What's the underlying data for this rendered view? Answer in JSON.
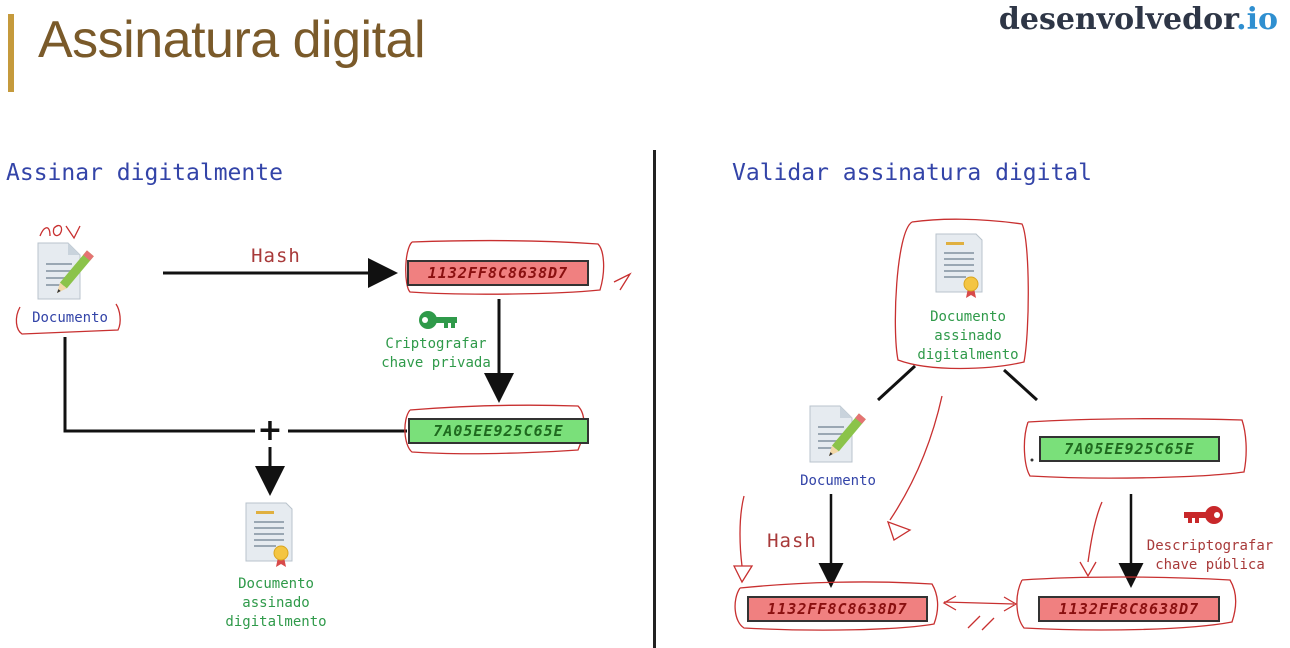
{
  "header": {
    "title": "Assinatura digital",
    "brand_name": "desenvolvedor",
    "brand_tld": ".io"
  },
  "left": {
    "section_title": "Assinar digitalmente",
    "document_label": "Documento",
    "hash_label": "Hash",
    "hash_value": "1132FF8C8638D7",
    "encrypt_label_line1": "Criptografar",
    "encrypt_label_line2": "chave privada",
    "signature_value": "7A05EE925C65E",
    "signed_doc_line1": "Documento",
    "signed_doc_line2": "assinado",
    "signed_doc_line3": "digitalmento"
  },
  "right": {
    "section_title": "Validar assinatura digital",
    "signed_doc_line1": "Documento",
    "signed_doc_line2": "assinado",
    "signed_doc_line3": "digitalmento",
    "document_label": "Documento",
    "signature_value": "7A05EE925C65E",
    "hash_label": "Hash",
    "decrypt_label_line1": "Descriptografar",
    "decrypt_label_line2": "chave pública",
    "hash_value_left": "1132FF8C8638D7",
    "hash_value_right": "1132FF8C8638D7"
  },
  "colors": {
    "hash_box": "#f08080",
    "signature_box": "#7ae07a",
    "private_key": "#2f9a4a",
    "public_key": "#c8282a"
  }
}
